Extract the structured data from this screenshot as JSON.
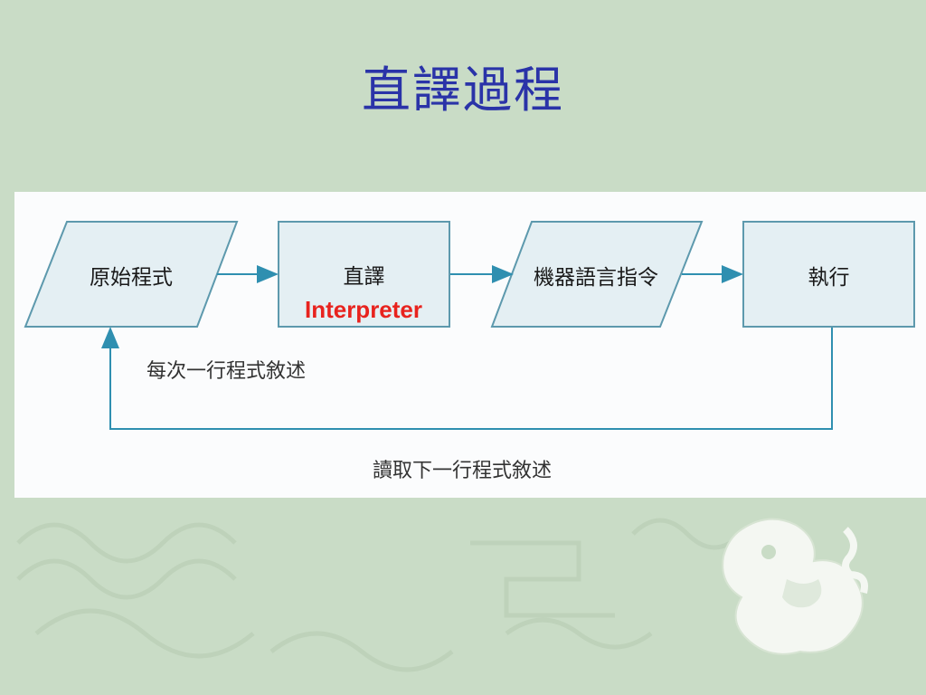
{
  "slide": {
    "title": "直譯過程"
  },
  "diagram": {
    "nodes": [
      {
        "id": "source",
        "label": "原始程式",
        "shape": "parallelogram"
      },
      {
        "id": "interpret",
        "label": "直譯",
        "sublabel": "Interpreter",
        "shape": "rectangle"
      },
      {
        "id": "machine",
        "label": "機器語言指令",
        "shape": "parallelogram"
      },
      {
        "id": "execute",
        "label": "執行",
        "shape": "rectangle"
      }
    ],
    "edges": [
      {
        "from": "source",
        "to": "interpret"
      },
      {
        "from": "interpret",
        "to": "machine"
      },
      {
        "from": "machine",
        "to": "execute"
      },
      {
        "from": "execute",
        "to": "source",
        "label": "讀取下一行程式敘述"
      }
    ],
    "note": "每次一行程式敘述"
  },
  "colors": {
    "background": "#c9dcc6",
    "title": "#2a33a8",
    "shape_fill": "#e4eff3",
    "shape_stroke": "#5d99ad",
    "arrow": "#2f8fb0",
    "highlight": "#e8231e"
  },
  "decorations": {
    "emblem": "dragon-emblem-icon"
  }
}
